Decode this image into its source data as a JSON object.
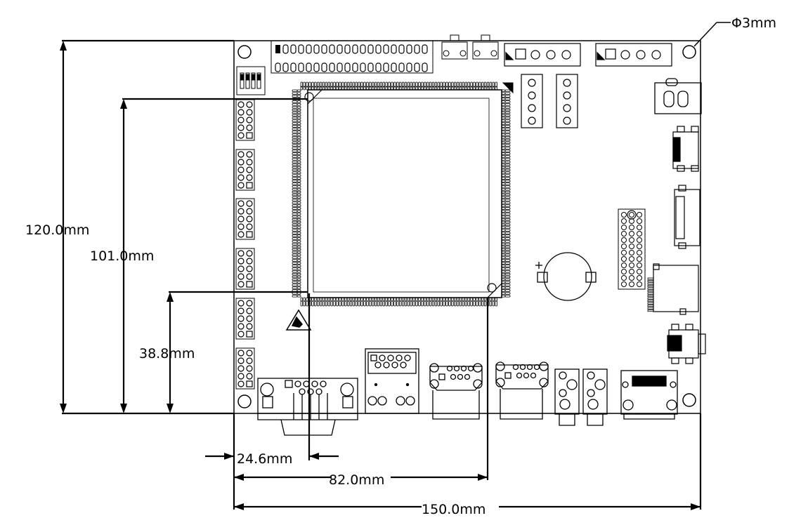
{
  "dimensions": {
    "height_total": "120.0mm",
    "height_mid": "101.0mm",
    "height_lower": "38.8mm",
    "width_offset": "24.6mm",
    "width_mid": "82.0mm",
    "width_total": "150.0mm",
    "hole_diameter": "Φ3mm"
  },
  "colors": {
    "line": "#000000",
    "background": "#ffffff"
  }
}
